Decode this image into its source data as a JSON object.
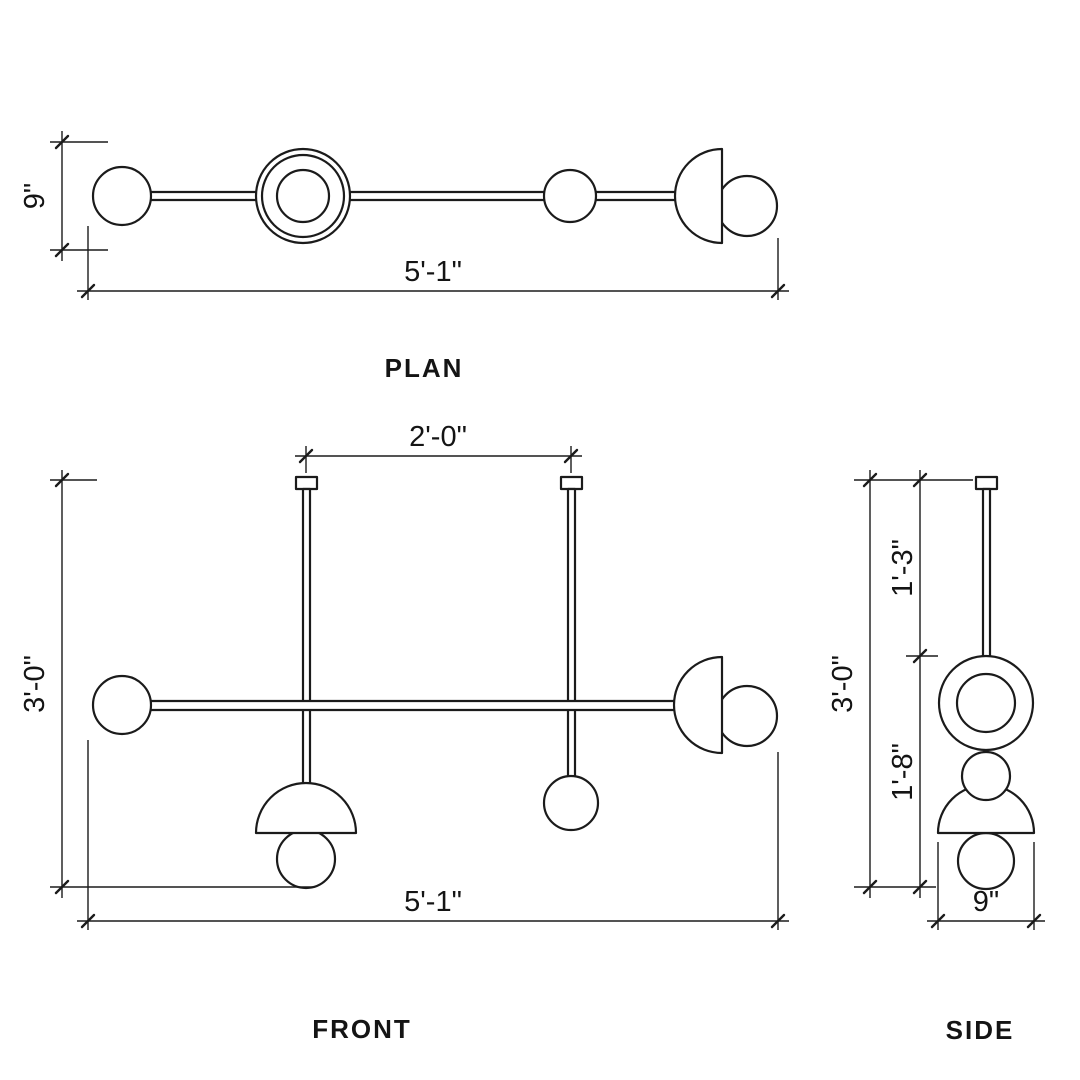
{
  "drawing": {
    "ink_color": "#1b1b1b",
    "paper_color": "#ffffff",
    "plan": {
      "label": "PLAN",
      "dim_depth": "9\"",
      "dim_width": "5'-1\""
    },
    "front": {
      "label": "FRONT",
      "dim_drop_spacing": "2'-0\"",
      "dim_height": "3'-0\"",
      "dim_width": "5'-1\""
    },
    "side": {
      "label": "SIDE",
      "dim_upper": "1'-3\"",
      "dim_overall_height": "3'-0\"",
      "dim_lower": "1'-8\"",
      "dim_width": "9\""
    }
  }
}
